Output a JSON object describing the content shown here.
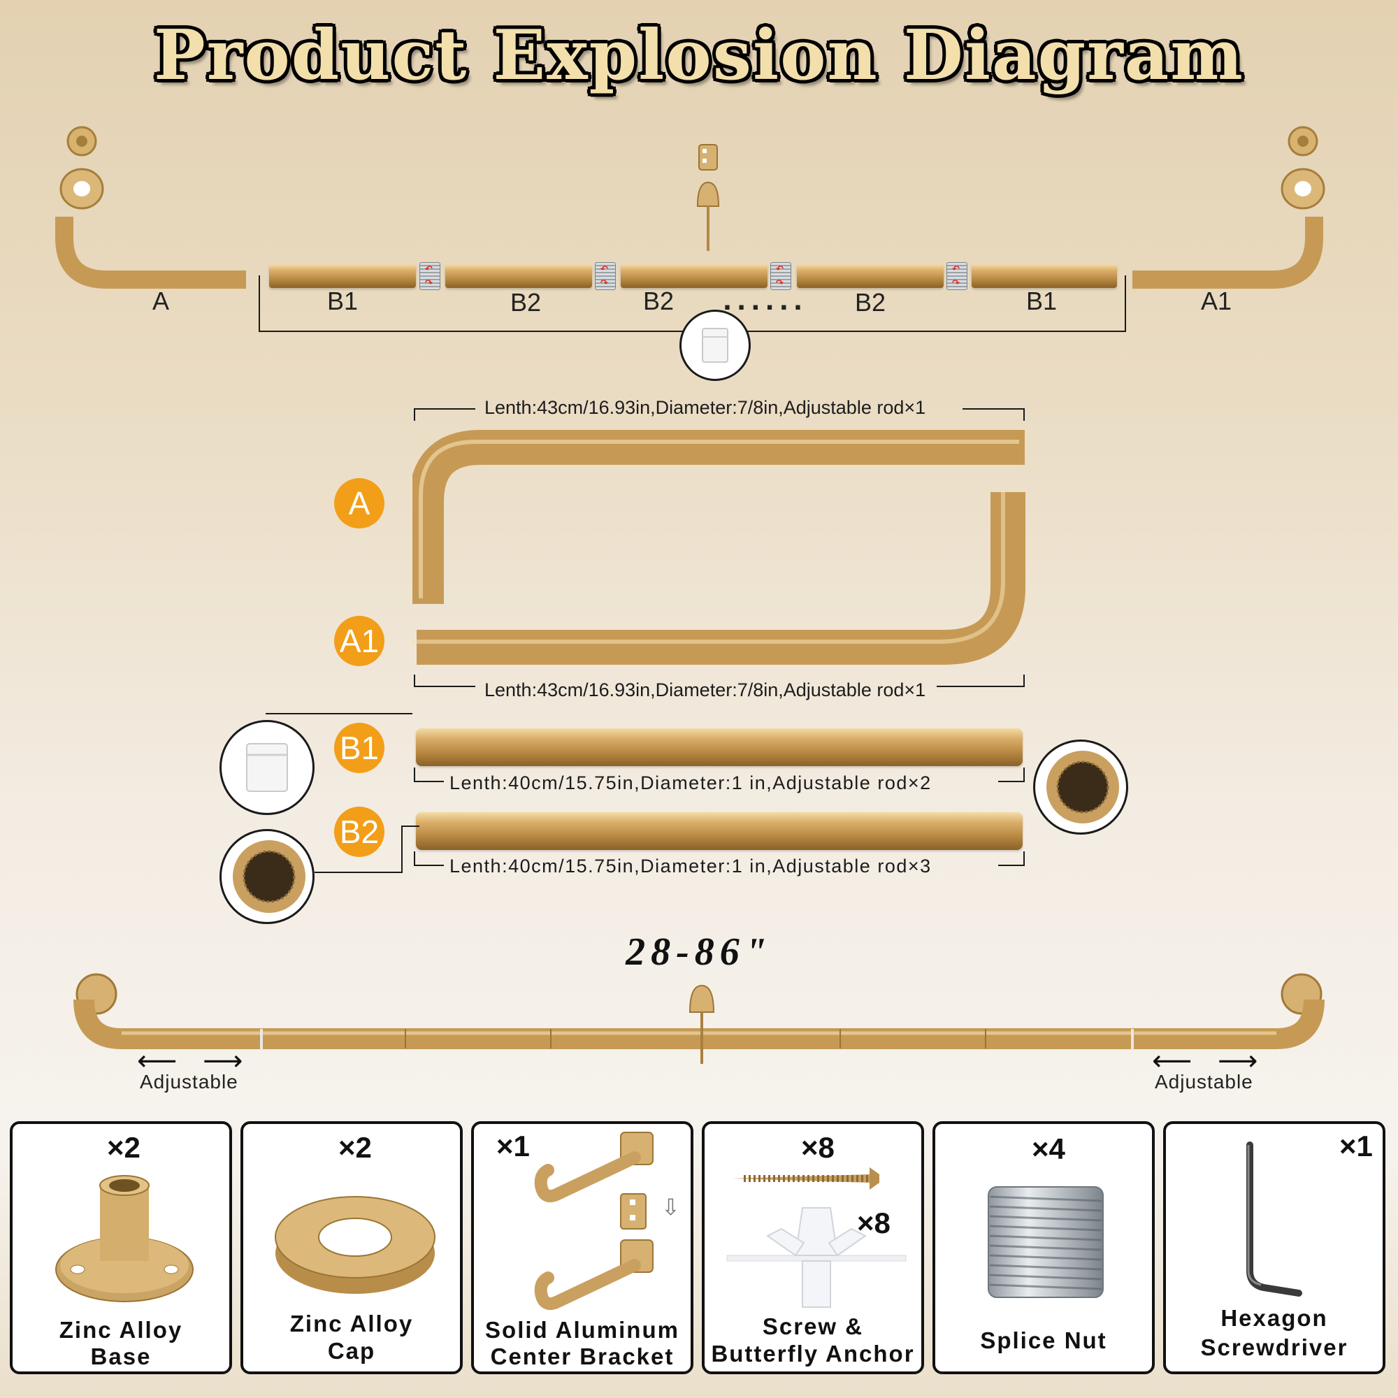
{
  "title": "Product Explosion Diagram",
  "explosion": {
    "labels": [
      "A",
      "B1",
      "B2",
      "B2",
      "B2",
      "B1",
      "A1"
    ],
    "ellipsis": "......"
  },
  "parts_detail": {
    "a": {
      "badge": "A",
      "dimension": "Lenth:43cm/16.93in,Diameter:7/8in,Adjustable rod×1"
    },
    "a1": {
      "badge": "A1",
      "dimension": "Lenth:43cm/16.93in,Diameter:7/8in,Adjustable rod×1"
    },
    "b1": {
      "badge": "B1",
      "dimension": "Lenth:40cm/15.75in,Diameter:1 in,Adjustable rod×2"
    },
    "b2": {
      "badge": "B2",
      "dimension": "Lenth:40cm/15.75in,Diameter:1 in,Adjustable rod×3"
    }
  },
  "assembled": {
    "length": "28-86\"",
    "adjustable_left": "Adjustable",
    "adjustable_right": "Adjustable"
  },
  "parts": [
    {
      "qty": "×2",
      "label_line1": "Zinc Alloy",
      "label_line2": "Base"
    },
    {
      "qty": "×2",
      "label_line1": "Zinc Alloy",
      "label_line2": "Cap"
    },
    {
      "qty": "×1",
      "label_line1": "Solid Aluminum",
      "label_line2": "Center Bracket"
    },
    {
      "qty": "×8",
      "qty2": "×8",
      "label_line1": "Screw &",
      "label_line2": "Butterfly Anchor"
    },
    {
      "qty": "×4",
      "label_line1": "Splice Nut",
      "label_line2": ""
    },
    {
      "qty": "×1",
      "label_line1": "Hexagon",
      "label_line2": "Screwdriver"
    }
  ],
  "colors": {
    "gold": "#c69a55",
    "badge": "#f29e18",
    "title_fill": "#f2dfac",
    "connector_arrow": "#e0261d"
  }
}
